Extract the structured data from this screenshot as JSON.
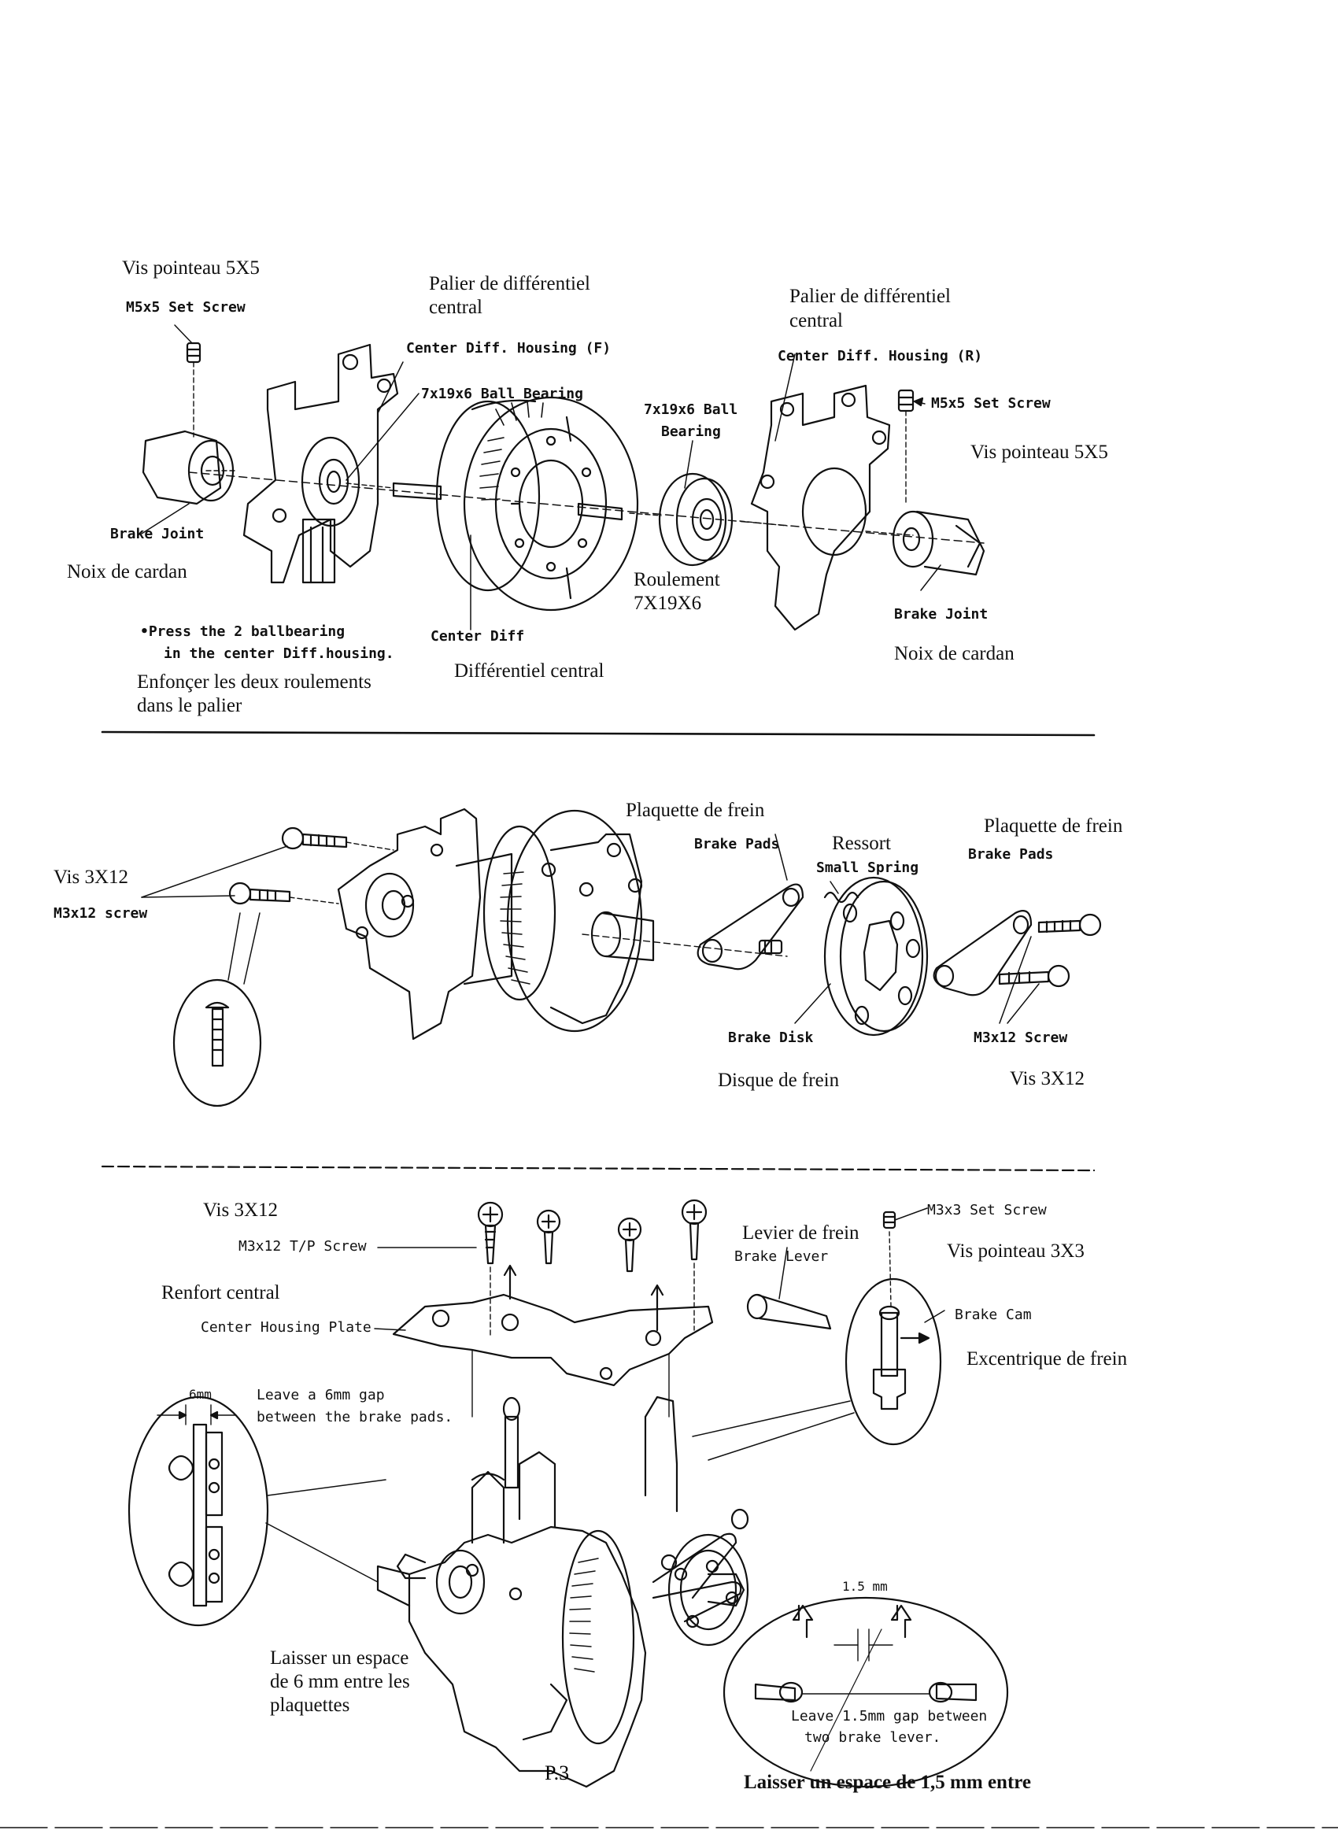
{
  "section1": {
    "set_screw_left_fr": "Vis pointeau 5X5",
    "set_screw_left_en": "M5x5 Set Screw",
    "housing_f_fr_1": "Palier de différentiel",
    "housing_f_fr_2": "central",
    "housing_f_en": "Center Diff. Housing (F)",
    "housing_r_fr_1": "Palier de différentiel",
    "housing_r_fr_2": "central",
    "housing_r_en": "Center Diff. Housing (R)",
    "ball_bearing_1_en": "7x19x6 Ball Bearing",
    "ball_bearing_2_en_1": "7x19x6 Ball",
    "ball_bearing_2_en_2": "Bearing",
    "set_screw_right_en": "M5x5 Set Screw",
    "set_screw_right_fr": "Vis pointeau 5X5",
    "brake_joint_left_en": "Brake Joint",
    "brake_joint_left_fr": "Noix de cardan",
    "roulement_fr_1": "Roulement",
    "roulement_fr_2": "7X19X6",
    "brake_joint_right_en": "Brake Joint",
    "brake_joint_right_fr": "Noix de cardan",
    "press_note_en_1": "•Press the 2 ballbearing",
    "press_note_en_2": "in the center Diff.housing.",
    "press_note_fr_1": "Enfonçer les deux roulements",
    "press_note_fr_2": "dans le palier",
    "center_diff_en": "Center Diff",
    "center_diff_fr": "Différentiel central"
  },
  "section2": {
    "brake_pads_mid_fr": "Plaquette de frein",
    "brake_pads_mid_en": "Brake Pads",
    "spring_fr": "Ressort",
    "spring_en": "Small Spring",
    "brake_pads_right_fr": "Plaquette de frein",
    "brake_pads_right_en": "Brake Pads",
    "screw_left_fr": "Vis 3X12",
    "screw_left_en": "M3x12 screw",
    "brake_disk_en": "Brake Disk",
    "brake_disk_fr": "Disque de frein",
    "screw_right_en": "M3x12 Screw",
    "screw_right_fr": "Vis 3X12"
  },
  "section3": {
    "tp_screw_fr": "Vis 3X12",
    "tp_screw_en": "M3x12 T/P Screw",
    "plate_fr": "Renfort central",
    "plate_en": "Center Housing Plate",
    "lever_fr": "Levier de frein",
    "lever_en": "Brake Lever",
    "set_screw_en": "M3x3 Set Screw",
    "set_screw_fr": "Vis pointeau 3X3",
    "cam_en": "Brake Cam",
    "cam_fr": "Excentrique de frein",
    "gap_dim": "6mm",
    "gap_note_en_1": "Leave a 6mm gap",
    "gap_note_en_2": "between the brake pads.",
    "gap_note_fr_1": "Laisser un espace",
    "gap_note_fr_2": "de 6 mm entre les",
    "gap_note_fr_3": "plaquettes",
    "lever_gap_dim": "1.5 mm",
    "lever_gap_en_1": "Leave 1.5mm gap between",
    "lever_gap_en_2": "two brake lever.",
    "lever_gap_fr": "Laisser un espace de 1,5 mm entre"
  },
  "page_number": "P.3"
}
